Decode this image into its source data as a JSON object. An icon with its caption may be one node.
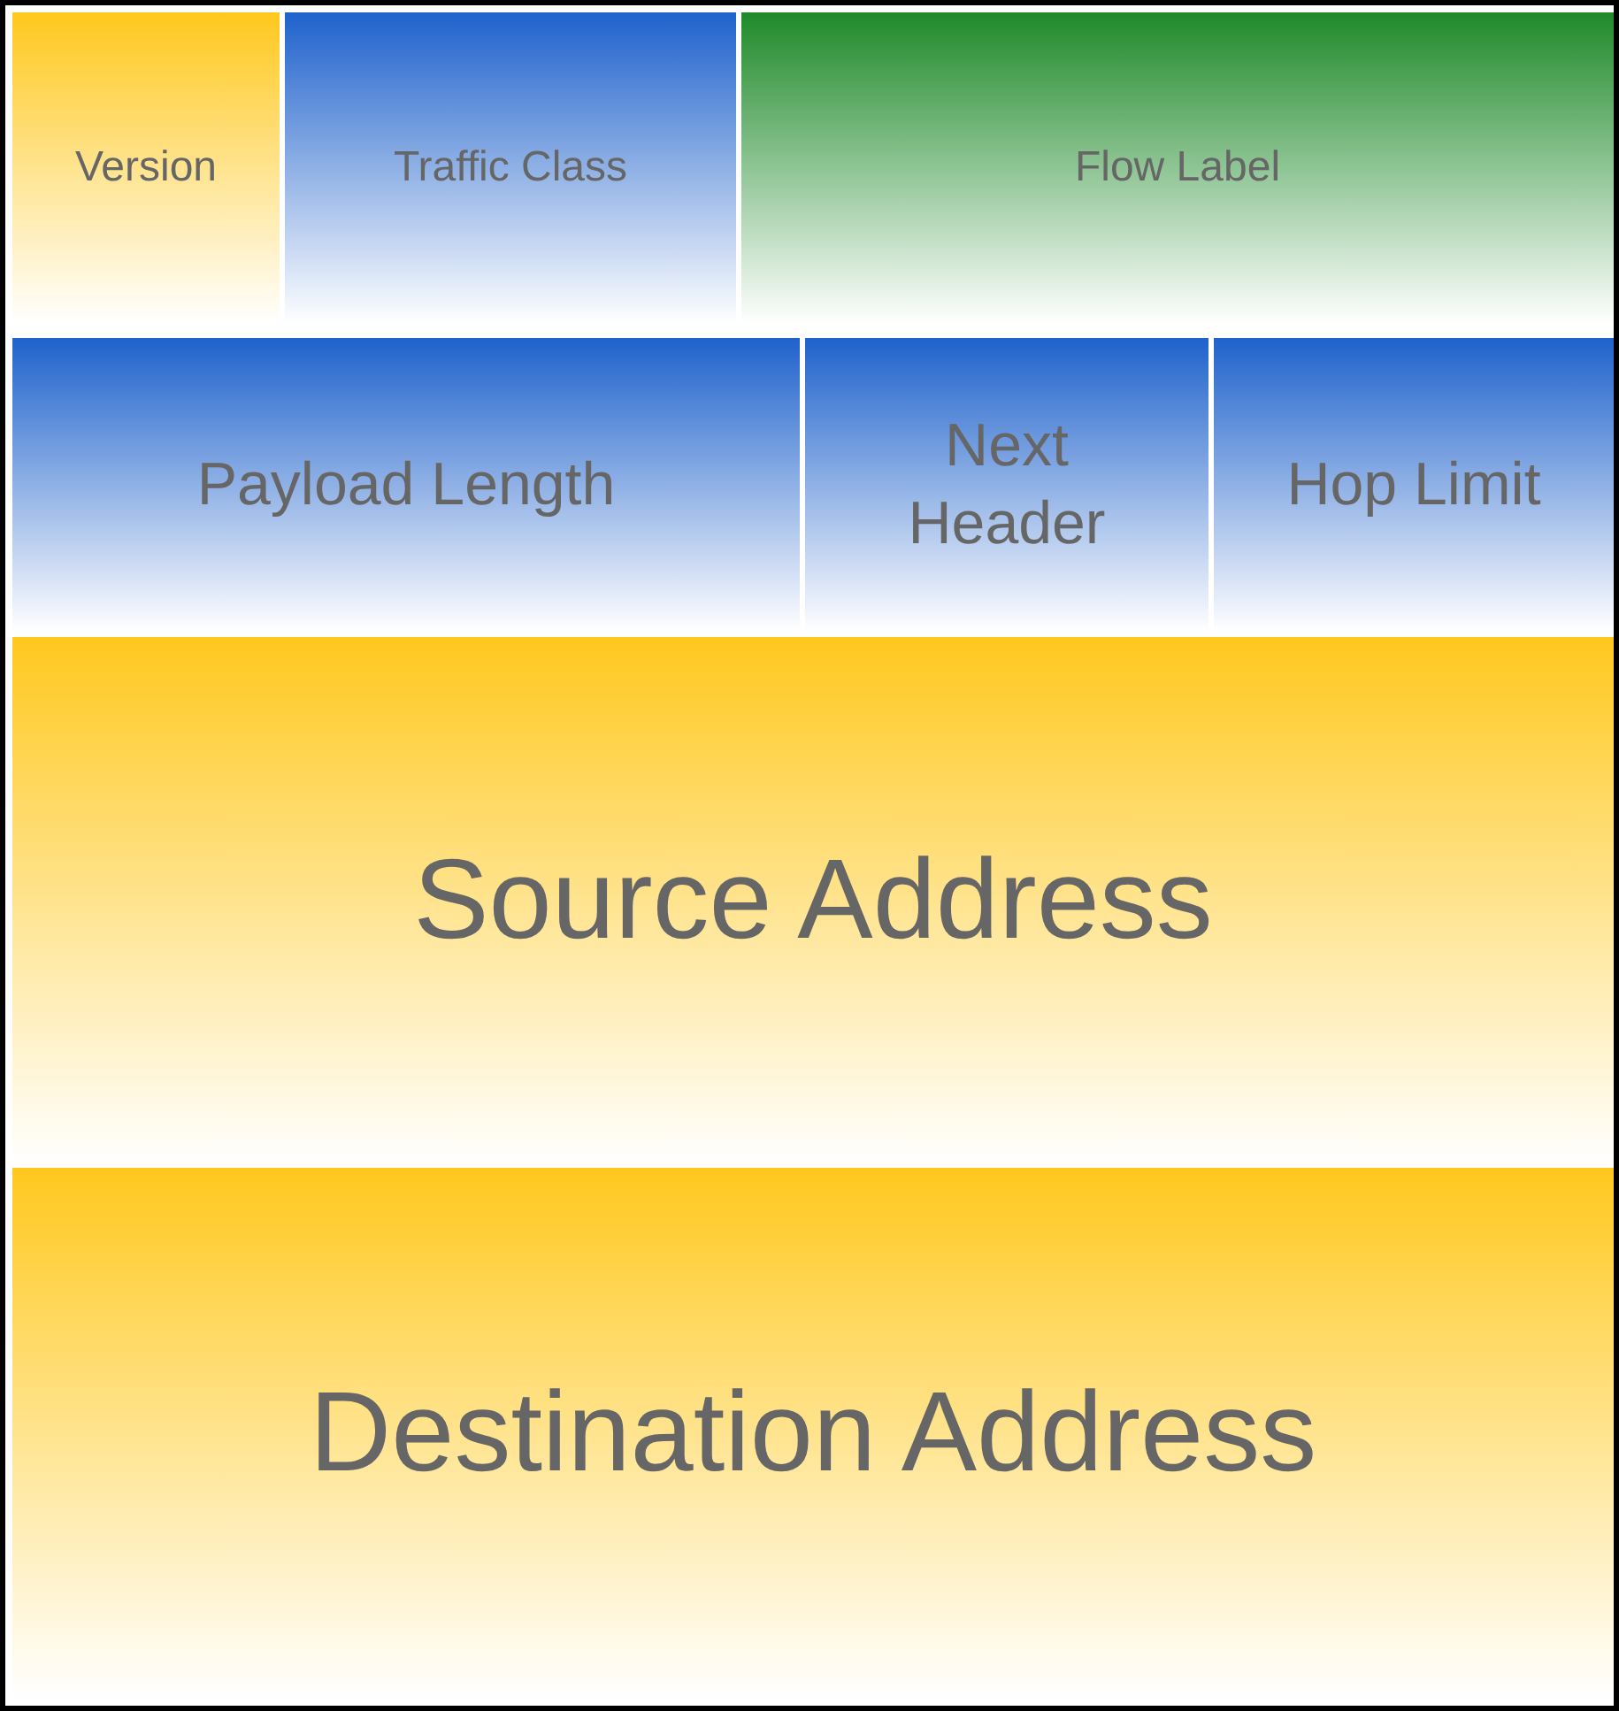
{
  "diagram": {
    "nodes": [
      {
        "text": [
          "Version"
        ]
      },
      {
        "text": [
          "Traffic Class"
        ]
      },
      {
        "text": [
          "Flow Label"
        ]
      },
      {
        "text": [
          "Payload Length"
        ]
      },
      {
        "text": [
          "Next Header"
        ]
      },
      {
        "text": [
          "Hop Limit"
        ]
      },
      {
        "text": [
          "Source Address"
        ]
      },
      {
        "text": [
          "Destination Address"
        ]
      }
    ]
  }
}
